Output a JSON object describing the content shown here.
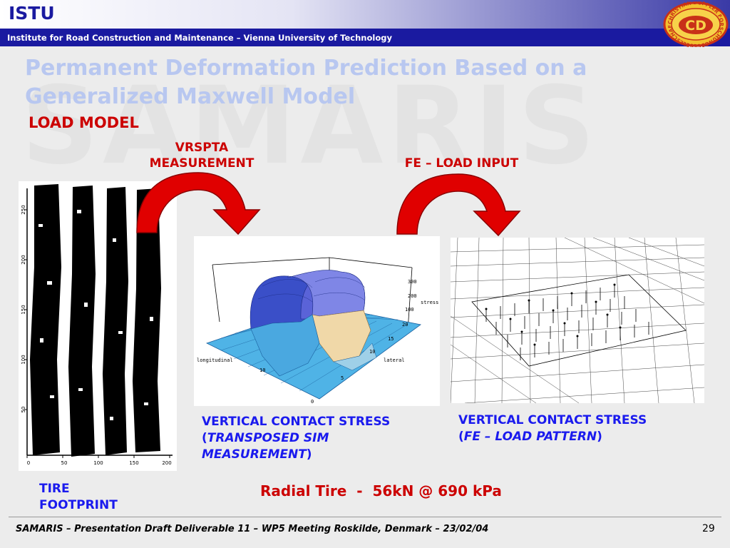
{
  "header": {
    "logo_text": "ISTU",
    "institute": "Institute for Road Construction and Maintenance – Vienna University of Technology",
    "seal_text": "CHRISTIAN DOPPLER FORSCHUNGSGESELLSCHAFT",
    "seal_letters": "CD"
  },
  "slide": {
    "title_line1": "Permanent Deformation Prediction Based on a",
    "title_line2": "Generalized Maxwell Model",
    "section": "LOAD MODEL",
    "watermark": "SAMARIS",
    "label_vrspta_1": "VRSPTA",
    "label_vrspta_2": "MEASUREMENT",
    "label_fe_input": "FE – LOAD INPUT",
    "caption_mid_line1": "VERTICAL CONTACT STRESS",
    "caption_mid_line2_open": "(",
    "caption_mid_line2_italic": "TRANSPOSED SIM",
    "caption_mid_line3_italic": "MEASUREMENT",
    "caption_mid_line3_close": ")",
    "caption_right_line1": "VERTICAL CONTACT STRESS",
    "caption_right_open": "(",
    "caption_right_italic": "FE – LOAD PATTERN",
    "caption_right_close": ")",
    "tire_line1": "TIRE",
    "tire_line2": "FOOTPRINT",
    "radial": "Radial Tire  -  56kN @ 690 kPa"
  },
  "footprint_axes": {
    "x_ticks": [
      "0",
      "50",
      "100",
      "150",
      "200"
    ],
    "y_ticks": [
      "250",
      "200",
      "150",
      "100",
      "50"
    ]
  },
  "surface_plot": {
    "z_ticks": [
      "300",
      "200",
      "100"
    ],
    "z_label": "stress",
    "lat_ticks": [
      "20",
      "15",
      "10",
      "5"
    ],
    "lat_label": "lateral",
    "long_label": "longitudinal",
    "long_tick": "10",
    "zero_tick": "0"
  },
  "footer": {
    "text": "SAMARIS – Presentation Draft Deliverable 11 – WP5 Meeting Roskilde, Denmark – 23/02/04",
    "page": "29"
  },
  "colors": {
    "dark_blue": "#1a1aa0",
    "red": "#cc0000",
    "title_light_blue": "#b8c7f0",
    "caption_blue": "#1a1aee"
  }
}
